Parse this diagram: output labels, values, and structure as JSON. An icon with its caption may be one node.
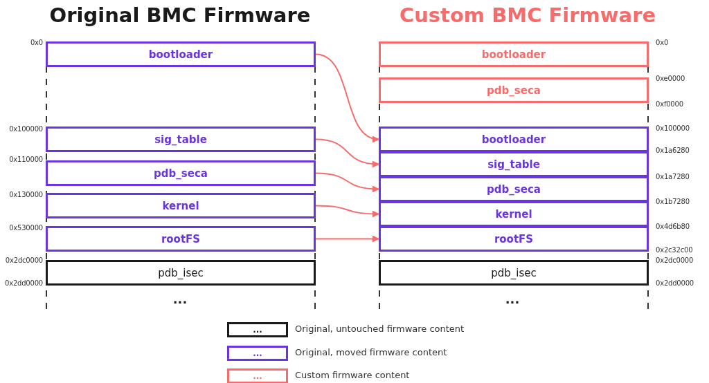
{
  "diagram": {
    "nodes": [
      {
        "text": [
          "bootloader"
        ]
      },
      {
        "text": [
          "sig_table"
        ]
      },
      {
        "text": [
          "pdb_seca"
        ]
      },
      {
        "text": [
          "kernel"
        ]
      },
      {
        "text": [
          "rootFS"
        ]
      },
      {
        "text": [
          "pdb_isec"
        ]
      },
      {
        "text": [
          "bootloader"
        ]
      },
      {
        "text": [
          "pdb_seca"
        ]
      },
      {
        "text": [
          "bootloader"
        ]
      },
      {
        "text": [
          "sig_table"
        ]
      },
      {
        "text": [
          "pdb_seca"
        ]
      },
      {
        "text": [
          "kernel"
        ]
      },
      {
        "text": [
          "rootFS"
        ]
      },
      {
        "text": [
          "pdb_isec"
        ]
      }
    ],
    "edges": [
      {
        "from": 0,
        "to": 8,
        "arrow": "to"
      },
      {
        "from": 1,
        "to": 9,
        "arrow": "to"
      },
      {
        "from": 2,
        "to": 10,
        "arrow": "to"
      },
      {
        "from": 3,
        "to": 11,
        "arrow": "to"
      },
      {
        "from": 4,
        "to": 12,
        "arrow": "to"
      }
    ],
    "labels": [
      "Original BMC Firmware",
      "Custom BMC Firmware",
      "0x0",
      "0x100000",
      "0x110000",
      "0x130000",
      "0x530000",
      "0x2dc0000",
      "0x2dd0000",
      "0x0",
      "0xe0000",
      "0xf0000",
      "0x100000",
      "0x1a6280",
      "0x1a7280",
      "0x1b7280",
      "0x4d6b80",
      "0x2c32c00",
      "0x2dc0000",
      "0x2dd0000",
      "...",
      "...",
      "...",
      "...",
      "..."
    ],
    "legend": [
      {
        "text": "Original, untouched firmware content",
        "color": "#1a1a1a"
      },
      {
        "text": "Original, moved firmware content",
        "color": "#6a35e0"
      },
      {
        "text": "Custom firmware content",
        "color": "#f76b6b"
      }
    ]
  }
}
